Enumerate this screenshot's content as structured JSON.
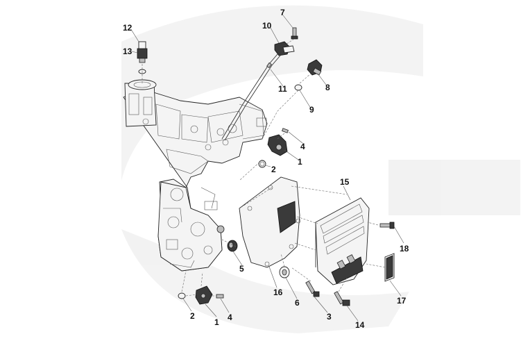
{
  "diagram": {
    "callouts": [
      {
        "id": "c12",
        "text": "12"
      },
      {
        "id": "c13",
        "text": "13"
      },
      {
        "id": "c7",
        "text": "7"
      },
      {
        "id": "c10",
        "text": "10"
      },
      {
        "id": "c11",
        "text": "11"
      },
      {
        "id": "c8",
        "text": "8"
      },
      {
        "id": "c9",
        "text": "9"
      },
      {
        "id": "c4a",
        "text": "4"
      },
      {
        "id": "c1a",
        "text": "1"
      },
      {
        "id": "c2a",
        "text": "2"
      },
      {
        "id": "c15",
        "text": "15"
      },
      {
        "id": "c18",
        "text": "18"
      },
      {
        "id": "c5",
        "text": "5"
      },
      {
        "id": "c16",
        "text": "16"
      },
      {
        "id": "c6",
        "text": "6"
      },
      {
        "id": "c17",
        "text": "17"
      },
      {
        "id": "c3",
        "text": "3"
      },
      {
        "id": "c14",
        "text": "14"
      },
      {
        "id": "c2b",
        "text": "2"
      },
      {
        "id": "c1b",
        "text": "1"
      },
      {
        "id": "c4b",
        "text": "4"
      }
    ]
  }
}
